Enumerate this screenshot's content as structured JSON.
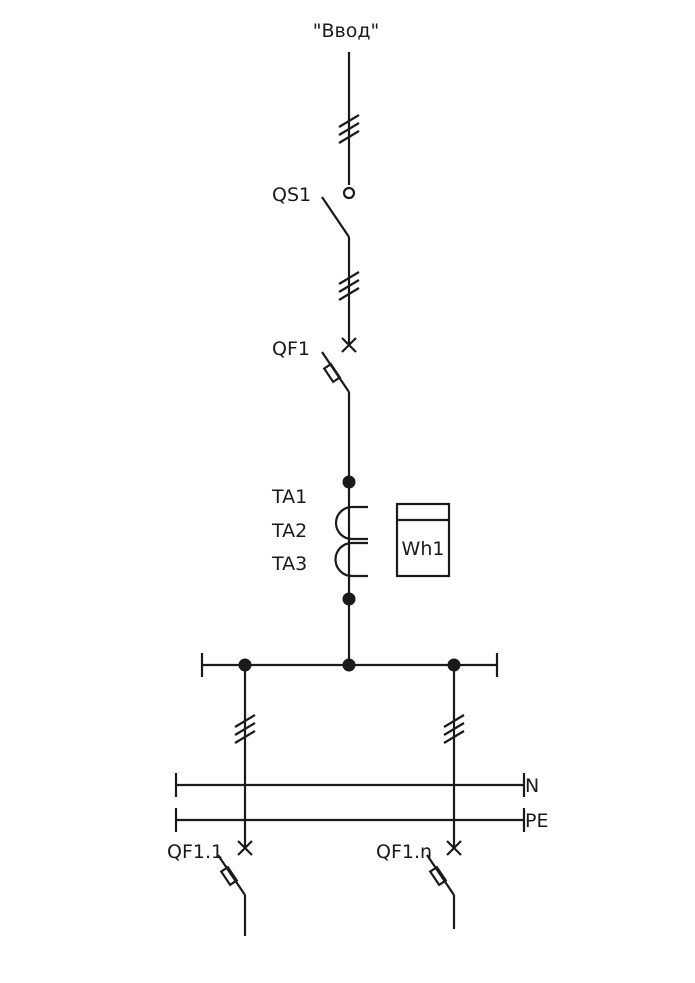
{
  "diagram": {
    "input_label": "\"Ввод\"",
    "switch_label": "QS1",
    "main_breaker_label": "QF1",
    "ct_labels": [
      "TA1",
      "TA2",
      "TA3"
    ],
    "meter_label": "Wh1",
    "neutral_bus_label": "N",
    "pe_bus_label": "PE",
    "feeder_labels": [
      "QF1.1",
      "QF1.n"
    ]
  }
}
